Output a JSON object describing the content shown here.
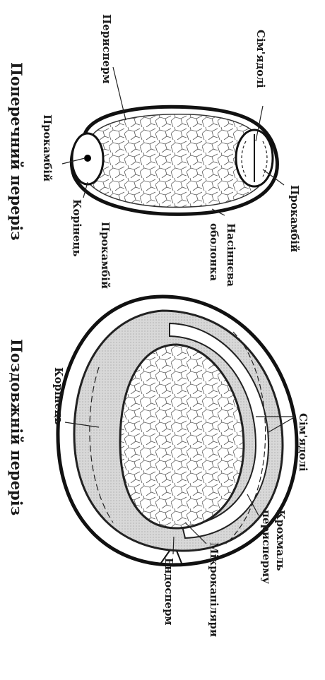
{
  "titles": {
    "cross_section": "Поперечний переріз",
    "longitudinal_section": "Поздовжній переріз"
  },
  "cross_labels": {
    "perisperm": "Перисперм",
    "cotyledons": "Сім'ядолі",
    "procambium_right": "Прокамбій",
    "procambium_left": "Прокамбій",
    "procambium_bottom": "Прокамбій",
    "radicle": "Корінець",
    "seed_coat_line1": "Насіннєва",
    "seed_coat_line2": "оболонка"
  },
  "long_labels": {
    "cotyledons": "Сім'ядолі",
    "radicle": "Корінець",
    "starch_line1": "Крохмаль",
    "starch_line2": "перисперму",
    "microcapillaries": "Мікрокапіляри",
    "endosperm": "Ендосперм"
  }
}
